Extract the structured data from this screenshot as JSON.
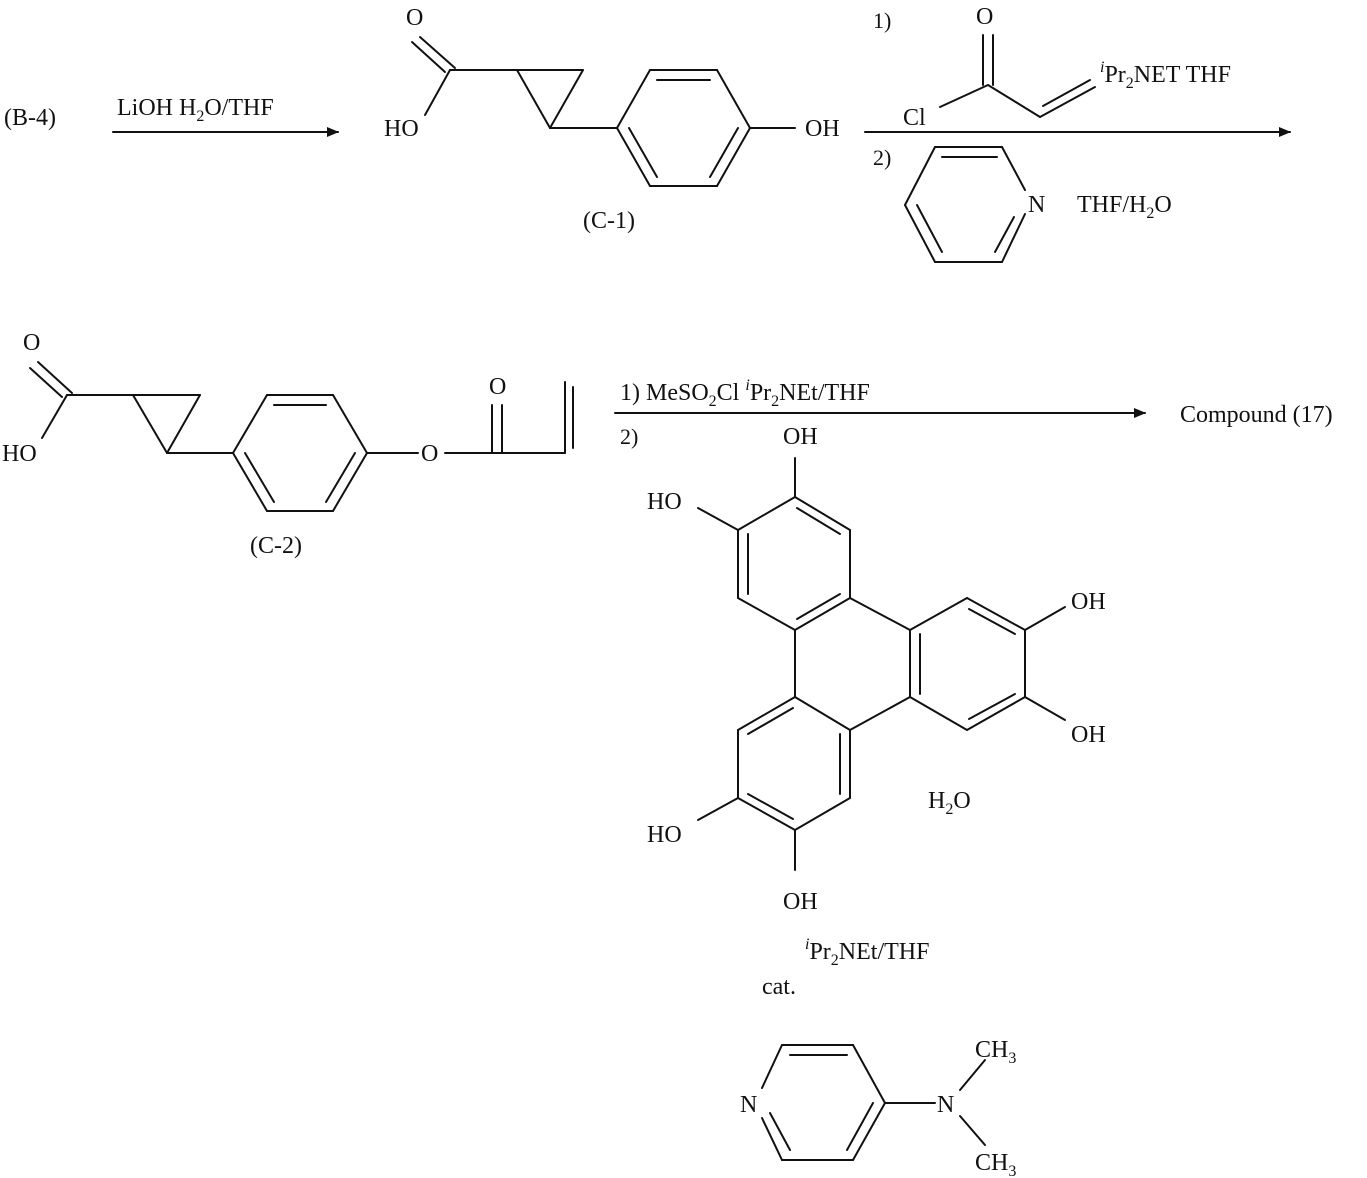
{
  "scheme": {
    "start_label": "(B-4)",
    "step1": {
      "reagent_line": "LiOH H2O/THF"
    },
    "c1": {
      "label": "(C-1)",
      "oxo": "O",
      "acid_oh": "HO",
      "phenol_oh": "OH"
    },
    "step2": {
      "step1_num": "1)",
      "acyl_oxo": "O",
      "acyl_cl": "Cl",
      "base": "iPr2NET THF",
      "step2_num": "2)",
      "pyridine_n": "N",
      "solvent": "THF/H2O"
    },
    "c2": {
      "label": "(C-2)",
      "oxo": "O",
      "acid_oh": "HO",
      "ester_o": "O",
      "ester_oxo": "O"
    },
    "step3": {
      "line1": "1) MeSO2Cl iPr2NEt/THF",
      "step2_num": "2)",
      "hexaol_oh": [
        "OH",
        "HO",
        "OH",
        "OH",
        "HO",
        "OH"
      ],
      "water": "H2O",
      "solvent": "iPr2NEt/THF",
      "cat": "cat.",
      "dmap_n_ring": "N",
      "dmap_n": "N",
      "dmap_me1": "CH3",
      "dmap_me2": "CH3"
    },
    "product_label": "Compound (17)"
  },
  "colors": {
    "ink": "#111111",
    "background": "#ffffff"
  }
}
